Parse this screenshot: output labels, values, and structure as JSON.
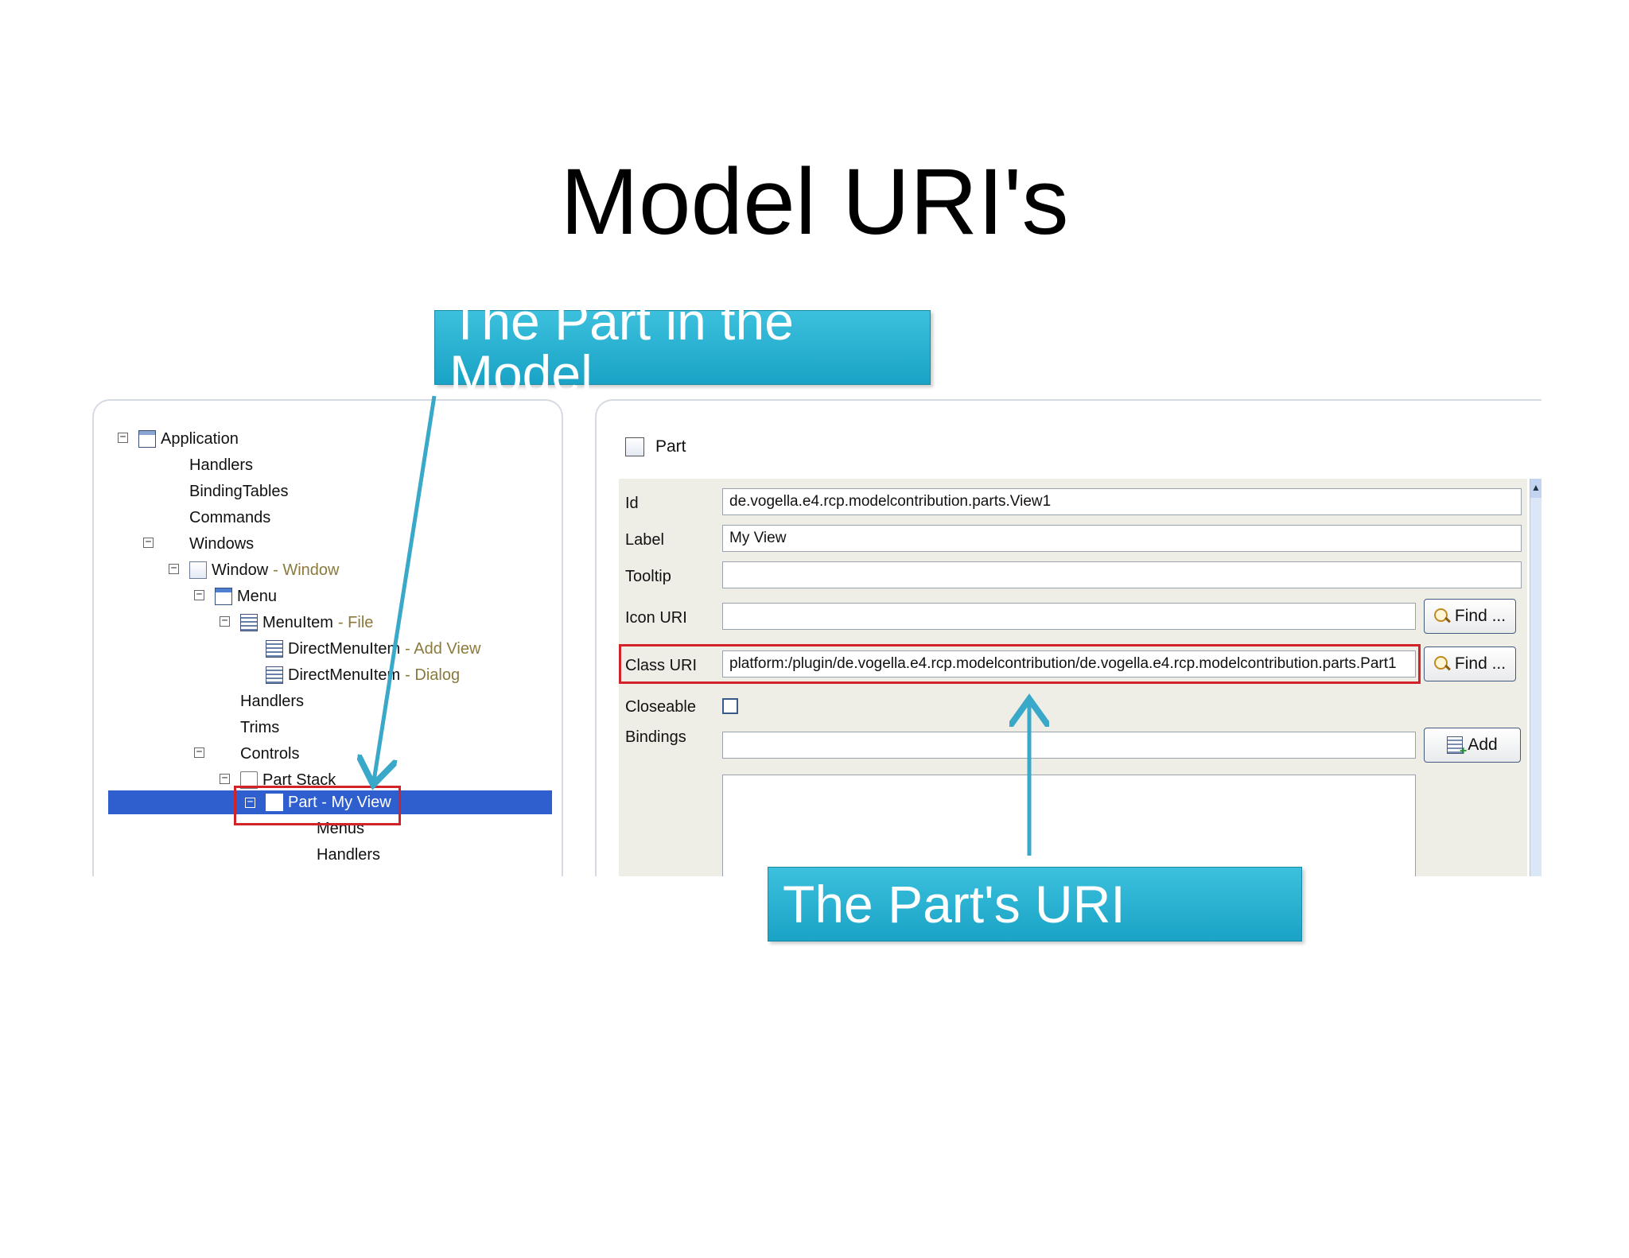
{
  "slide": {
    "title": "Model URI's"
  },
  "callouts": {
    "top": "The Part in the Model",
    "bottom": "The Part's URI"
  },
  "tree": {
    "items": [
      {
        "label": "Application",
        "suffix": ""
      },
      {
        "label": "Handlers",
        "suffix": ""
      },
      {
        "label": "BindingTables",
        "suffix": ""
      },
      {
        "label": "Commands",
        "suffix": ""
      },
      {
        "label": "Windows",
        "suffix": ""
      },
      {
        "label": "Window",
        "suffix": "- Window"
      },
      {
        "label": "Menu",
        "suffix": ""
      },
      {
        "label": "MenuItem",
        "suffix": "- File"
      },
      {
        "label": "DirectMenuItem",
        "suffix": "- Add View"
      },
      {
        "label": "DirectMenuItem",
        "suffix": "- Dialog"
      },
      {
        "label": "Handlers",
        "suffix": ""
      },
      {
        "label": "Trims",
        "suffix": ""
      },
      {
        "label": "Controls",
        "suffix": ""
      },
      {
        "label": "Part Stack",
        "suffix": ""
      },
      {
        "label": "Part - My View",
        "suffix": ""
      },
      {
        "label": "Menus",
        "suffix": ""
      },
      {
        "label": "Handlers",
        "suffix": ""
      }
    ]
  },
  "editor": {
    "header": "Part",
    "fields": {
      "id": {
        "label": "Id",
        "value": "de.vogella.e4.rcp.modelcontribution.parts.View1"
      },
      "label": {
        "label": "Label",
        "value": "My View"
      },
      "tooltip": {
        "label": "Tooltip",
        "value": ""
      },
      "icon_uri": {
        "label": "Icon URI",
        "value": ""
      },
      "class_uri": {
        "label": "Class URI",
        "value": "platform:/plugin/de.vogella.e4.rcp.modelcontribution/de.vogella.e4.rcp.modelcontribution.parts.Part1"
      },
      "closeable": {
        "label": "Closeable"
      },
      "bindings": {
        "label": "Bindings",
        "value": ""
      }
    },
    "buttons": {
      "find": "Find ...",
      "add": "Add"
    }
  },
  "colors": {
    "callout": "#27b1d2",
    "highlight_box": "#d2232a",
    "selection": "#2f5fcf"
  }
}
